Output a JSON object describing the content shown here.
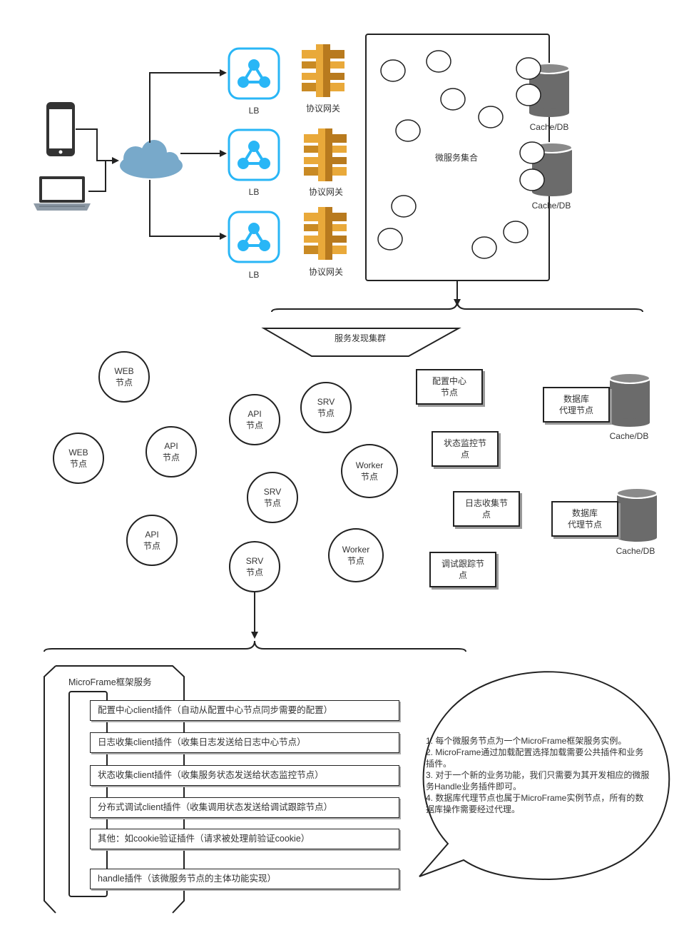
{
  "top": {
    "lb_label": "LB",
    "gateway_label": "协议网关",
    "microservice_set": "微服务集合",
    "cache_db": "Cache/DB"
  },
  "discovery": {
    "title": "服务发现集群",
    "web_node": "WEB\n节点",
    "api_node": "API\n节点",
    "srv_node": "SRV\n节点",
    "worker_node": "Worker\n节点",
    "config_center": "配置中心\n节点",
    "status_monitor": "状态监控节\n点",
    "log_collect": "日志收集节\n点",
    "debug_trace": "调试跟踪节\n点",
    "db_proxy": "数据库\n代理节点",
    "cache_db": "Cache/DB"
  },
  "framework": {
    "title": "MicroFrame框架服务",
    "plugins": [
      "配置中心client插件（自动从配置中心节点同步需要的配置）",
      "日志收集client插件（收集日志发送给日志中心节点）",
      "状态收集client插件（收集服务状态发送给状态监控节点）",
      "分布式调试client插件（收集调用状态发送给调试跟踪节点）",
      "其他：如cookie验证插件（请求被处理前验证cookie）",
      "handle插件（该微服务节点的主体功能实现）"
    ]
  },
  "notes": [
    "1. 每个微服务节点为一个MicroFrame框架服务实例。",
    "2. MicroFrame通过加载配置选择加载需要公共插件和业务插件。",
    "3. 对于一个新的业务功能，我们只需要为其开发相应的微服务Handle业务插件即可。",
    "4. 数据库代理节点也属于MicroFrame实例节点，所有的数据库操作需要经过代理。"
  ],
  "colors": {
    "lb_blue": "#29B6F6",
    "gateway_gold": "#D99A2B",
    "cloud_blue": "#78A9CA",
    "db_gray": "#6B6B6B",
    "line": "#222222"
  },
  "icons": {
    "phone": "phone-icon",
    "laptop": "laptop-icon",
    "cloud": "cloud-icon",
    "lb": "load-balancer-icon",
    "gateway": "api-gateway-icon",
    "database": "database-icon"
  }
}
